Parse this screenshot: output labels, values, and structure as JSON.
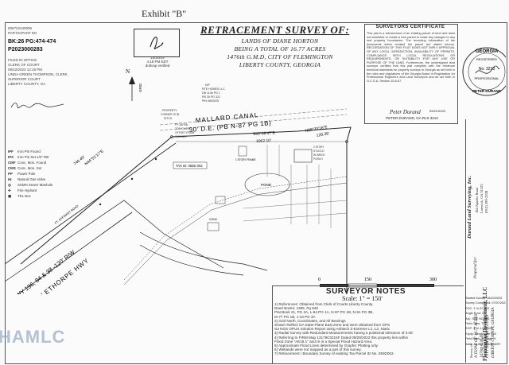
{
  "exhibit": "Exhibit \"B\"",
  "recording": {
    "doc_id": "006722440005",
    "type": "PARTICIPANT ED",
    "book_page": "BK:26 PG:474-474",
    "doc_number": "P2023000283",
    "lines": [
      "FILED IN OFFICE",
      "CLERK OF COURT",
      "09/22/2023 12:18 PM",
      "LINDA GREEN THOMPSON, CLERK",
      "SUPERIOR COURT",
      "LIBERTY COUNTY, GA"
    ]
  },
  "sig_box": {
    "date": "10/20/24",
    "code": "4.18 PM EDT",
    "verified": "dotloop verified"
  },
  "title": {
    "main": "RETRACEMENT SURVEY OF:",
    "line1": "LANDS OF DIANE HORTON",
    "line2": "BEING A TOTAL OF 16.77 ACRES",
    "line3": "1476th G.M.D, CITY OF FLEMINGTON",
    "line4": "LIBERTY COUNTY, GEORGIA"
  },
  "certificate": {
    "heading": "SURVEYORS CERTIFICATE",
    "body": "This plat is a retracement of an existing parcel of land and does not subdivide or create a new parcel or make any changes to any real property boundaries. The recording information of the documents which created the parcel are stated hereon. RECORDATION OF THIS PLAT DOES NOT IMPLY APPROVAL OF ANY LOCAL JURISDICTION, AVAILABILITY OF PERMITS, COMPLIANCE WITH LOCAL REGULATIONS OR REQUIREMENTS, OR SUITABILITY FOR ANY USE OR PURPOSE OF THE LAND. Furthermore, the undersigned land surveyor certifies that this plat complies with the minimum technical standards for property surveys in Georgia as set forth in the rules and regulations of the Georgia Board of Registration for Professional Engineers and Land Surveyors and as set forth in O.C.G.A. Section 15-6-67.",
    "date": "09/21/2023",
    "signature": "Peter Durand",
    "name": "PETER DURAND, GA RLS 3213"
  },
  "seal_text": [
    "GEORGIA",
    "REGISTERED",
    "No. 3213",
    "PROFESSIONAL",
    "PETER DURAND"
  ],
  "title_block": {
    "firm": "Durand Land Surveying, Inc.",
    "addr1": "184 Apache Road",
    "addr2": "Lanwick, GA 31325",
    "phone": "(912) 399-2220",
    "prepared_for_label": "Prepared for:",
    "client": "Flemington Development, LLC",
    "desc1": "A TOTAL OF 16.77 ACRES",
    "desc2": "1476th G.M.D.",
    "desc3": "CITY OF FLEMINGTON",
    "desc4": "LIBERTY COUNTY, GEORGIA",
    "survey_label": "Survey of:",
    "info": [
      "Started Survey: 06/20/2023",
      "Survey Completed: 07/07/2023",
      "EOC: 1' in 67,433",
      "Angle Error: 03\"",
      "Adj.: SEE NOTES",
      "Field Crew: TP",
      "EOP: 1' in 1,017,478",
      "Equip: Geodimeter 610",
      "Field Book: 36  Page: 9",
      "Job#: 23-058 BOUNDARY"
    ]
  },
  "map": {
    "grid": "GRID",
    "north": "N",
    "canal": "MALLARD CANAL",
    "canal_de": "30' D.E. (PB N-87 PG 1B)",
    "owner_north": [
      "N/F",
      "RTE HOMES LLC",
      "DB 1146 PG 1",
      "PB 26 PG 321",
      "PIN 0800025"
    ],
    "bearing1": "S83°08'47\"E",
    "dist1": "1062.10'",
    "bearing2": "N86°33'16\"E",
    "dist2": "128.39'",
    "bearing3": "N44°51'17\"E",
    "dist3": "746.40'",
    "pc_label": [
      "PROPERTY",
      "CORNER IS IN",
      "DITCH"
    ],
    "fp_label": [
      "FP 3/8\"RB",
      "TOO CLOSE",
      "OFFSET FROM",
      "CORNER"
    ],
    "tax_id": "TAX ID: 083D 002",
    "house": [
      "2 STORY",
      "STUCCO",
      "W/ BRICK",
      "PORCH"
    ],
    "pond": "POND",
    "conc": "CONC",
    "frame": "1 STORY FRAME",
    "hwy_row": "HWY 196, 84 & 38 -120' R/W",
    "street": "E OGLETHORPE HWY",
    "ft": "FT. STEWART ROAD"
  },
  "legend": [
    {
      "sym": "IPF",
      "label": "Iron Pin Found"
    },
    {
      "sym": "IPS",
      "label": "Iron Pin Set 1/2\" RB"
    },
    {
      "sym": "CMF",
      "label": "Conc. Mon. Found"
    },
    {
      "sym": "CMS",
      "label": "Conc. Mon. Set"
    },
    {
      "sym": "PP",
      "label": "Power Pole"
    },
    {
      "sym": "⋈",
      "label": "Natural Gas Valve"
    },
    {
      "sym": "◎",
      "label": "SSMH Sewer Manhole"
    },
    {
      "sym": "✣",
      "label": "Fire Hydrant"
    },
    {
      "sym": "▣",
      "label": "TEL Box"
    }
  ],
  "scale": {
    "ticks": [
      "0",
      "150",
      "300"
    ],
    "caption": "Scale: 1\" = 150'"
  },
  "notes": {
    "heading": "SURVEYOR NOTES",
    "items": [
      "1) References: Obtained from Clerk of Courts Liberty County.",
      "   Deed Books: 1395, Pg 849",
      "   Plat Book 21, PG 3A, L-64 PG 1A, N-87 PG 1B, N-91 PG 3B,",
      "   M-77 PG 1B, J-18 PG 3A",
      "2) Grid North, Coordinates, and All Bearings",
      "   Shown Reflect GA State Plane East Zone and were obtained from GPS",
      "   via NGS OPUS Solution Report using Ashtech Z-Extreme L1, L2, Static",
      "3) Radial Survey with Redundant Measurements having a positional tolerance of 0.05'",
      "4) Referring to FIRM Map 13179C0215F Dated 09/29/2022 this property lies within",
      "   Flood Zone \"AE18.1\" and IS in a Special Flood Hazard Area.",
      "5) Approximate Flood Lines determined by Graphic Plotting only.",
      "6) Wetlands were not mapped as a part of this survey.",
      "7) Retracement / Boundary Survey of existing Tax Parcel ID No. 083D002."
    ]
  },
  "watermark": "HAMLC"
}
